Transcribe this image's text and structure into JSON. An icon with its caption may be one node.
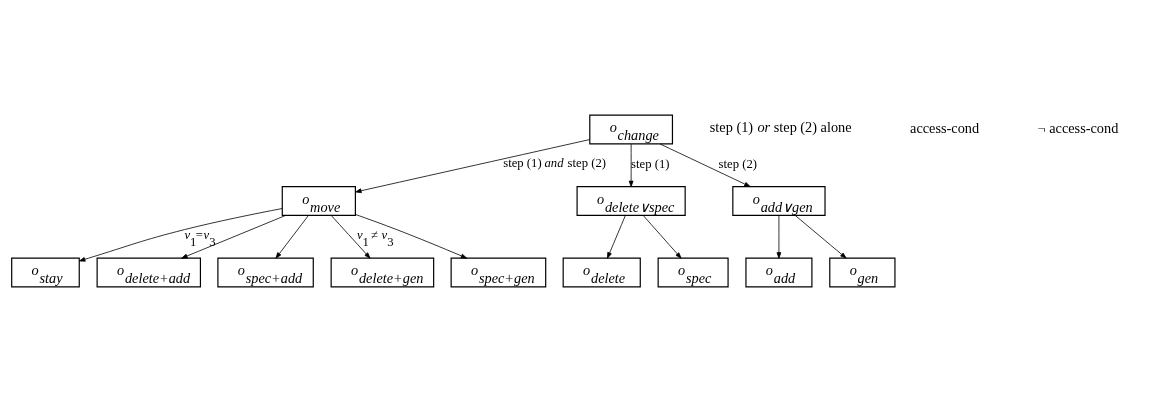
{
  "diagram": {
    "nodes": [
      {
        "text": [
          "o$_{change}$"
        ]
      },
      {
        "text": [
          "o$_{move}$"
        ]
      },
      {
        "text": [
          "o$_{delete∨spec}$"
        ]
      },
      {
        "text": [
          "o$_{add∨gen}$"
        ]
      },
      {
        "text": [
          "o$_{stay}$"
        ]
      },
      {
        "text": [
          "o$_{delete+add}$"
        ]
      },
      {
        "text": [
          "o$_{spec+add}$"
        ]
      },
      {
        "text": [
          "o$_{delete}$"
        ]
      },
      {
        "text": [
          "o$_{spec}$"
        ]
      },
      {
        "text": [
          "o$_{add}$"
        ]
      },
      {
        "text": [
          "o$_{gen}$"
        ]
      },
      {
        "text": [
          "o$_{delete+gen}$"
        ]
      },
      {
        "text": [
          "o$_{spec+gen}$"
        ]
      }
    ],
    "edges": [
      {
        "from": 0,
        "to": 1,
        "arrow": "to",
        "label": "step (1) *and* step (2)"
      },
      {
        "from": 0,
        "to": 2,
        "arrow": "to",
        "label": "step (1)"
      },
      {
        "from": 0,
        "to": 3,
        "arrow": "to",
        "label": "step (2)"
      },
      {
        "from": 1,
        "to": 4,
        "arrow": "to",
        "label": "*v*$_{1}$=*v*$_{3}$"
      },
      {
        "from": 1,
        "to": 11,
        "arrow": "to",
        "label": "*v*$_{1}$ ≠ *v*$_{3}$"
      },
      {
        "from": 1,
        "to": 12,
        "arrow": "to"
      },
      {
        "from": 1,
        "to": 5,
        "arrow": "to"
      },
      {
        "from": 1,
        "to": 6,
        "arrow": "to"
      },
      {
        "from": 2,
        "to": 7,
        "arrow": "to"
      },
      {
        "from": 2,
        "to": 8,
        "arrow": "to"
      },
      {
        "from": 3,
        "to": 9,
        "arrow": "to"
      },
      {
        "from": 3,
        "to": 10,
        "arrow": "to"
      }
    ],
    "labels": [
      "step (1) *or* step (2) alone",
      "access-cond",
      "¬ access-cond"
    ]
  }
}
